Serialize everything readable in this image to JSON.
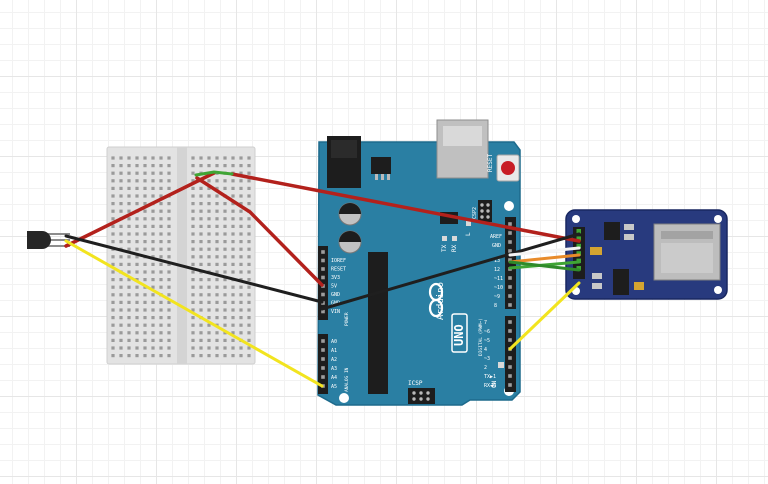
{
  "board": {
    "name": "UNO",
    "maker": "Arduino",
    "reset_label": "RESET",
    "icsp_label": "ICSP",
    "icsp2_label": "ICSP2",
    "tx_label": "TX",
    "rx_label": "RX",
    "l_label": "L",
    "on_label": "ON",
    "aref_label": "AREF",
    "gnd_label": "GND",
    "digital_label": "DIGITAL (PWM~)",
    "power_label": "POWER",
    "analog_label": "ANALOG IN",
    "power_pins": [
      "IOREF",
      "RESET",
      "3V3",
      "5V",
      "GND",
      "GND",
      "VIN"
    ],
    "analog_pins": [
      "A0",
      "A1",
      "A2",
      "A3",
      "A4",
      "A5"
    ],
    "digital_top": [
      "13",
      "12",
      "~11",
      "~10",
      "~9",
      "8"
    ],
    "digital_bottom": [
      "7",
      "~6",
      "~5",
      "4",
      "~3",
      "2",
      "TX▶1",
      "RX◀0"
    ]
  },
  "colors": {
    "board": "#2a7fa3",
    "module": "#283a7e",
    "red": "#b3211c",
    "black": "#1f1f1f",
    "yellow": "#f2e41f",
    "green": "#3fa535",
    "orange": "#e88b2a",
    "white": "#f4f4f4"
  },
  "icons": [
    "temperature-sensor-icon",
    "microsd-card-icon",
    "arduino-infinity-logo"
  ]
}
